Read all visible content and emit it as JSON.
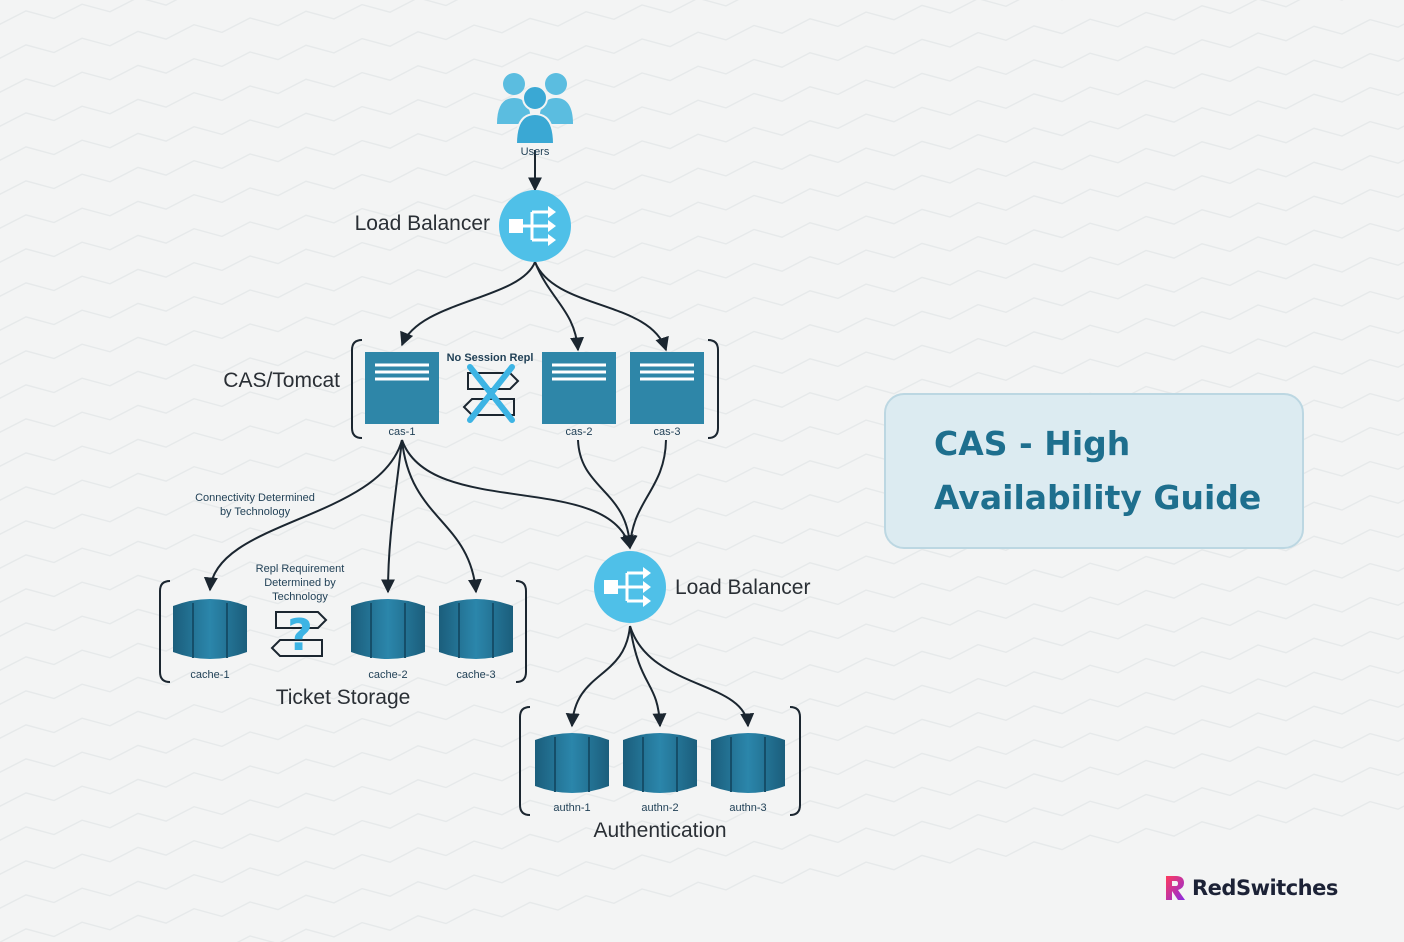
{
  "diagram": {
    "users_label": "Users",
    "top_lb_label": "Load Balancer",
    "cas_group_label": "CAS/Tomcat",
    "no_session_repl": "No Session Repl",
    "cas_nodes": [
      "cas-1",
      "cas-2",
      "cas-3"
    ],
    "connectivity_note": [
      "Connectivity Determined",
      "by Technology"
    ],
    "repl_note": [
      "Repl Requirement",
      "Determined by",
      "Technology"
    ],
    "cache_nodes": [
      "cache-1",
      "cache-2",
      "cache-3"
    ],
    "ticket_storage_label": "Ticket Storage",
    "auth_lb_label": "Load Balancer",
    "authn_nodes": [
      "authn-1",
      "authn-2",
      "authn-3"
    ],
    "authentication_label": "Authentication"
  },
  "title_card": {
    "line1": "CAS - High",
    "line2": "Availability Guide"
  },
  "brand": {
    "name": "RedSwitches"
  },
  "colors": {
    "node_fill": "#2e86a8",
    "node_dark": "#1a5f7e",
    "lb_fill": "#4fc0e8",
    "title_text": "#1e6f8e",
    "card_bg": "#dcebf1"
  }
}
